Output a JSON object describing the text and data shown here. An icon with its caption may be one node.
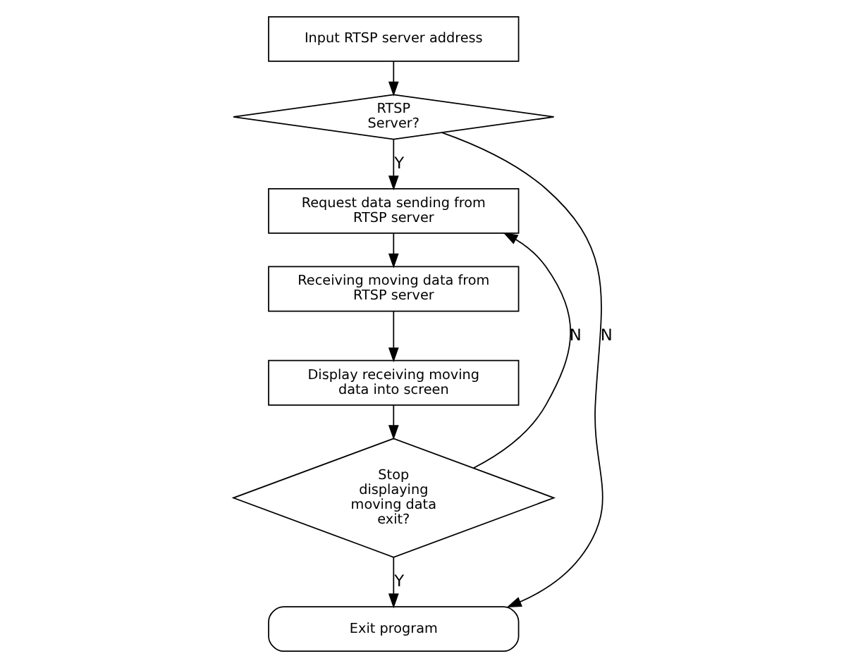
{
  "diagram": {
    "nodes": [
      {
        "text": [
          "Input RTSP server address"
        ]
      },
      {
        "text": [
          "RTSP Server?"
        ]
      },
      {
        "text": [
          "Request data sending from RTSP server"
        ]
      },
      {
        "text": [
          "Receiving moving data from RTSP server"
        ]
      },
      {
        "text": [
          "Display receiving moving data into screen"
        ]
      },
      {
        "text": [
          "Stop displaying moving data exit?"
        ]
      },
      {
        "text": [
          "Exit program"
        ]
      }
    ],
    "edges": [
      {
        "from": 0,
        "to": 1,
        "arrow": "to"
      },
      {
        "from": 1,
        "to": 2,
        "arrow": "to",
        "label": "Y"
      },
      {
        "from": 2,
        "to": 3,
        "arrow": "to"
      },
      {
        "from": 3,
        "to": 4,
        "arrow": "to"
      },
      {
        "from": 4,
        "to": 5,
        "arrow": "to"
      },
      {
        "from": 5,
        "to": 6,
        "arrow": "to",
        "label": "Y"
      },
      {
        "from": 1,
        "to": 6,
        "arrow": "to",
        "label": "N"
      },
      {
        "from": 5,
        "to": 2,
        "arrow": "to",
        "label": "N"
      }
    ]
  }
}
